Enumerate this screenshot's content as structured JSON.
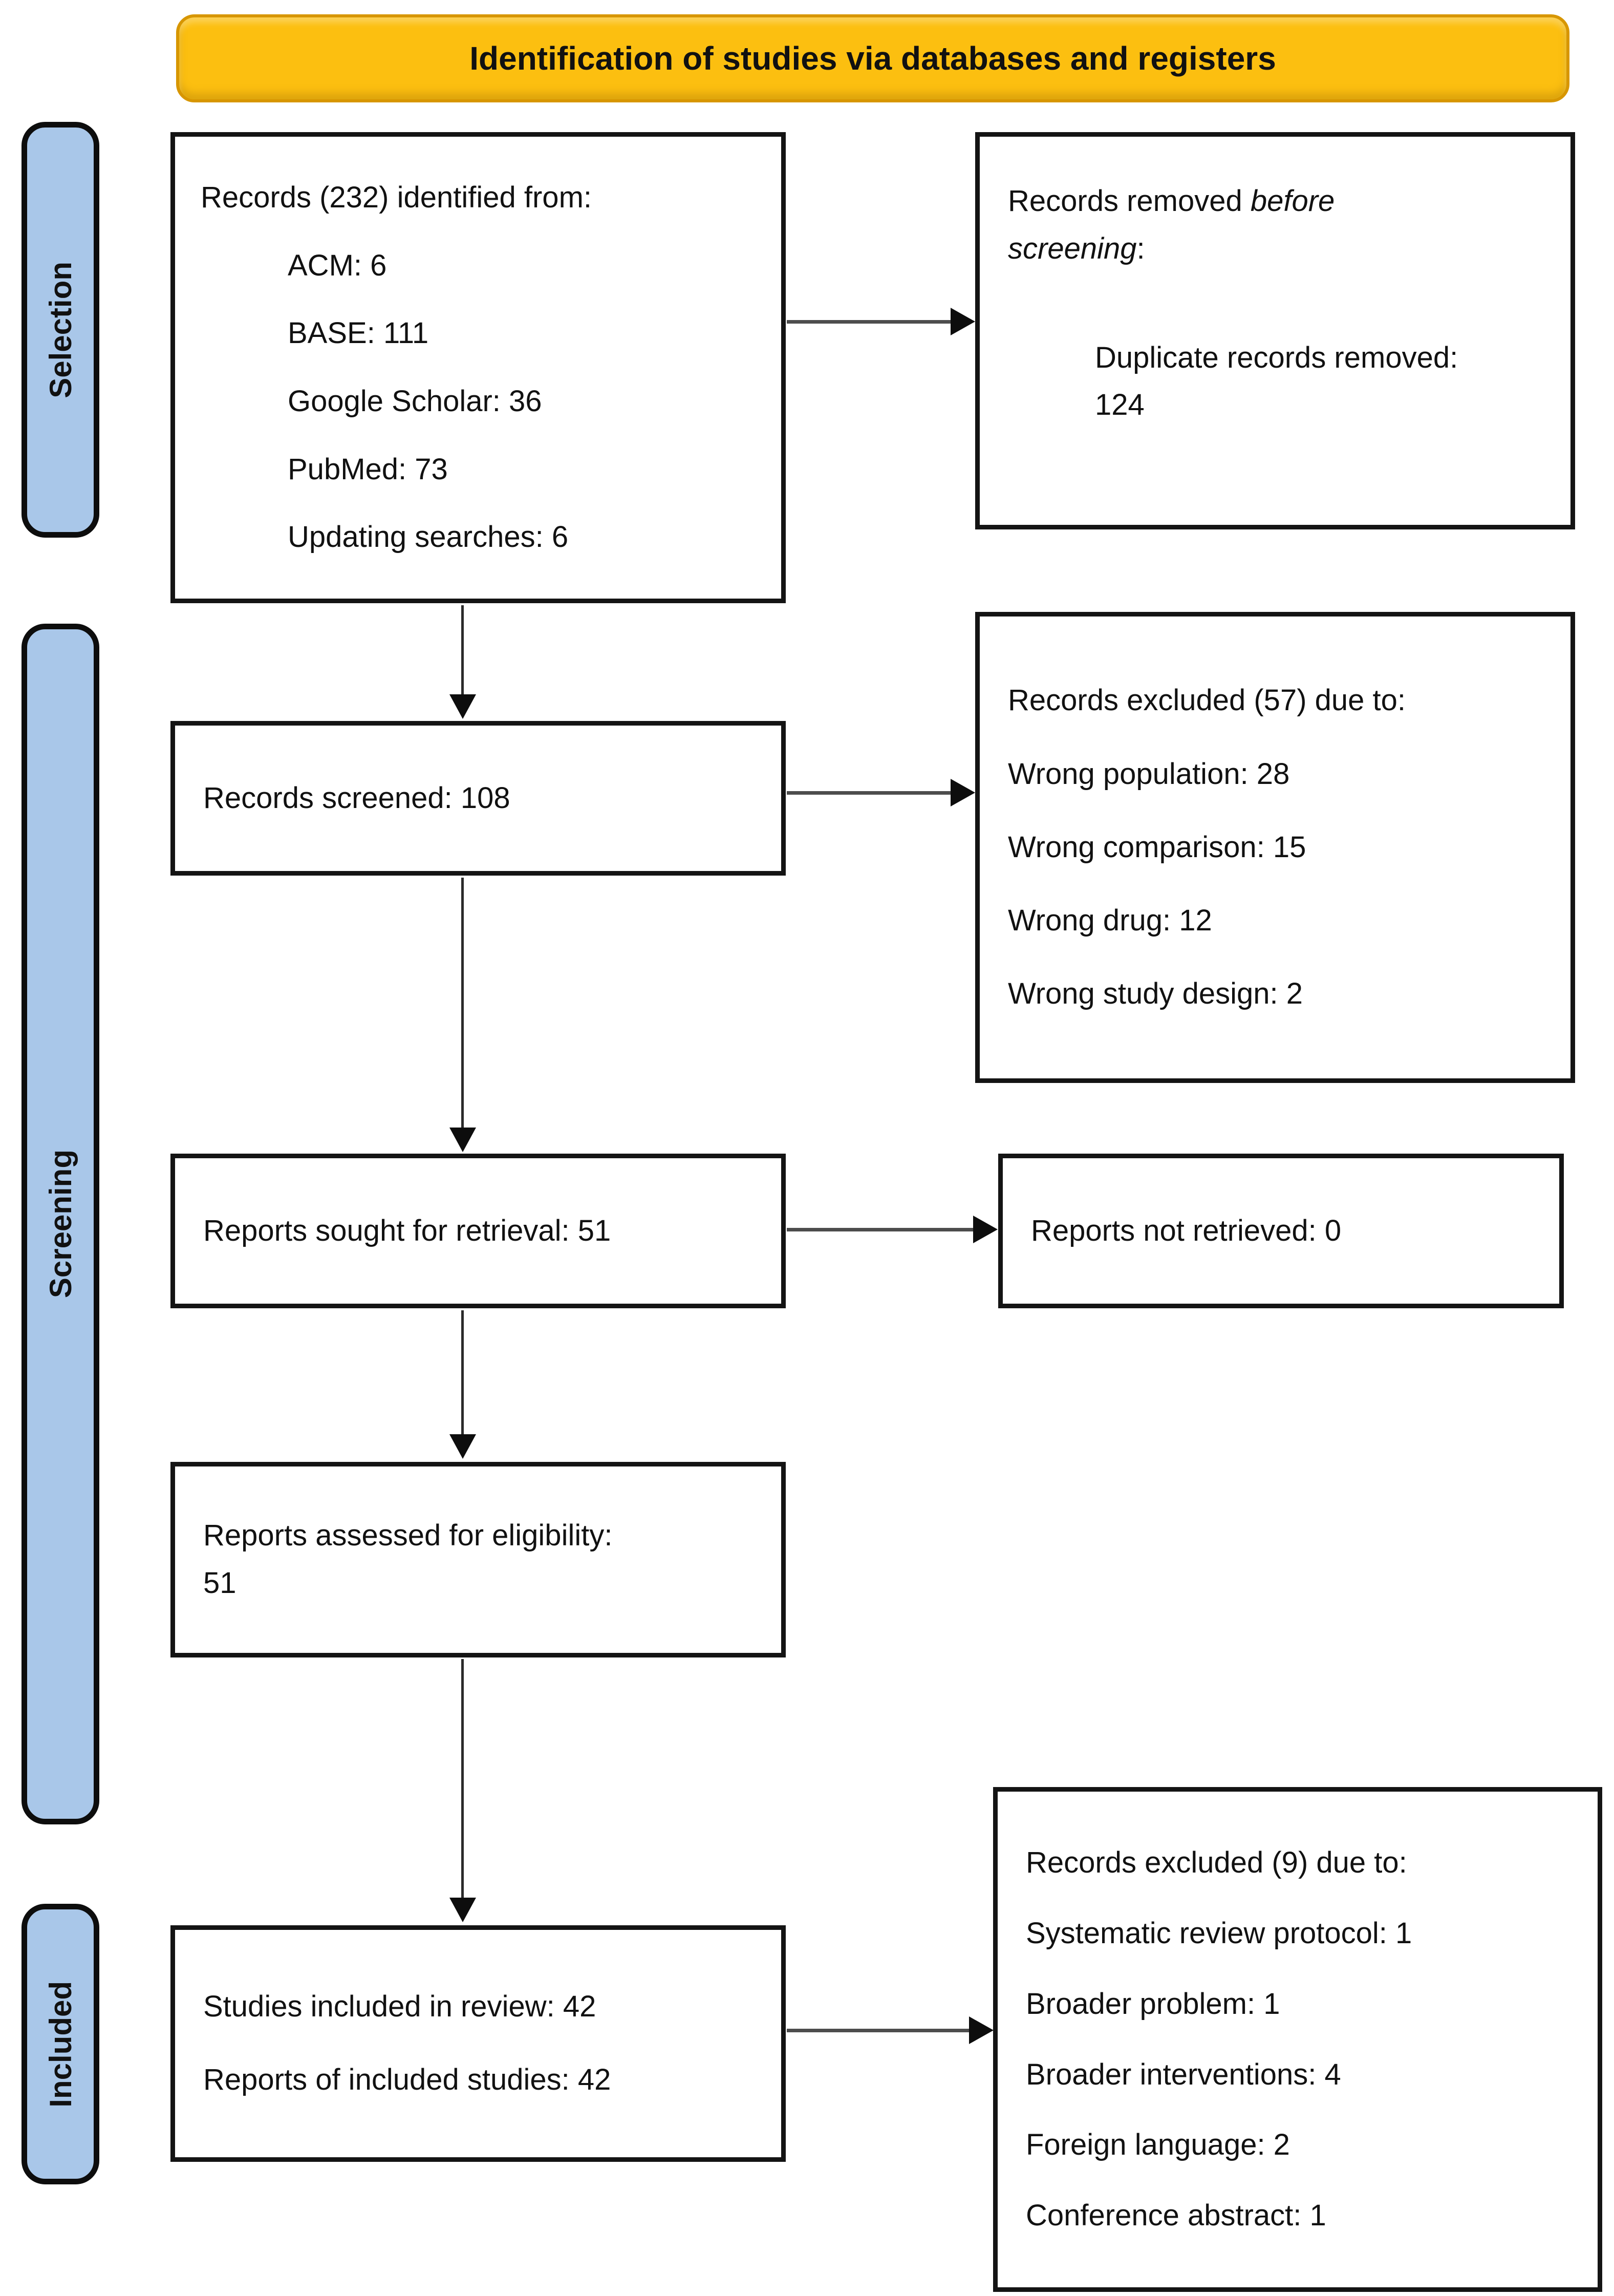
{
  "banner": {
    "title": "Identification of studies via databases and registers"
  },
  "stages": {
    "selection": "Selection",
    "screening": "Screening",
    "included": "Included"
  },
  "boxes": {
    "identified": {
      "title": "Records (232) identified from:",
      "items": [
        "ACM: 6",
        "BASE: 111",
        "Google Scholar: 36",
        "PubMed: 73",
        "Updating searches: 6"
      ]
    },
    "removed_before_screening": {
      "title_prefix": "Records removed ",
      "title_italic": "before screening",
      "title_suffix": ":",
      "item": "Duplicate records removed: 124"
    },
    "screened": {
      "text": "Records screened: 108"
    },
    "excluded_screening": {
      "title": "Records excluded (57) due to:",
      "items": [
        "Wrong population: 28",
        "Wrong comparison: 15",
        "Wrong drug: 12",
        "Wrong study design: 2"
      ]
    },
    "sought": {
      "text": "Reports sought for retrieval: 51"
    },
    "not_retrieved": {
      "text": "Reports not retrieved: 0"
    },
    "assessed": {
      "text": "Reports assessed for eligibility: 51"
    },
    "included_review": {
      "items": [
        "Studies included in review: 42",
        "Reports of included studies: 42"
      ]
    },
    "excluded_eligibility": {
      "title": "Records excluded (9) due to:",
      "items": [
        "Systematic review protocol: 1",
        "Broader problem: 1",
        "Broader interventions: 4",
        "Foreign language: 2",
        "Conference abstract: 1"
      ]
    }
  },
  "colors": {
    "banner_fill": "#FCBF10",
    "banner_border": "#D79600",
    "stage_fill": "#A9C7E9",
    "box_border": "#141414",
    "text": "#111111"
  }
}
